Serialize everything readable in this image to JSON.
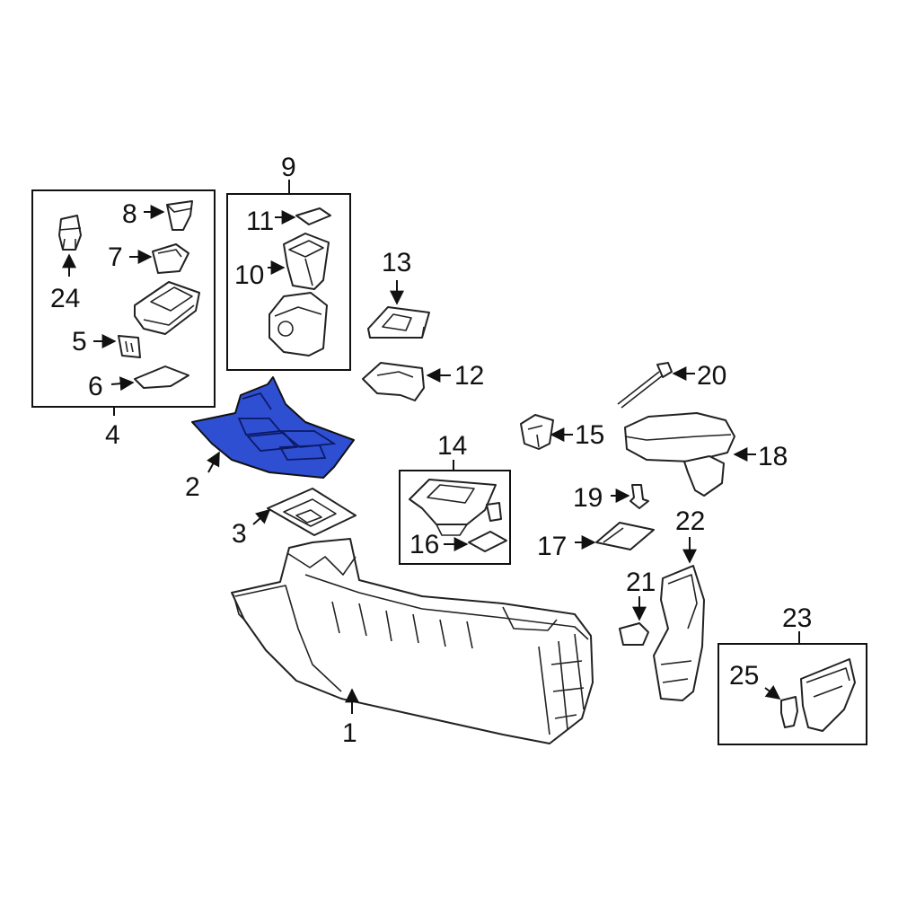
{
  "diagram": {
    "highlight_color": "#2f4fd3",
    "callouts": {
      "c1": "1",
      "c2": "2",
      "c3": "3",
      "c4": "4",
      "c5": "5",
      "c6": "6",
      "c7": "7",
      "c8": "8",
      "c9": "9",
      "c10": "10",
      "c11": "11",
      "c12": "12",
      "c13": "13",
      "c14": "14",
      "c15": "15",
      "c16": "16",
      "c17": "17",
      "c18": "18",
      "c19": "19",
      "c20": "20",
      "c21": "21",
      "c22": "22",
      "c23": "23",
      "c24": "24",
      "c25": "25"
    }
  }
}
